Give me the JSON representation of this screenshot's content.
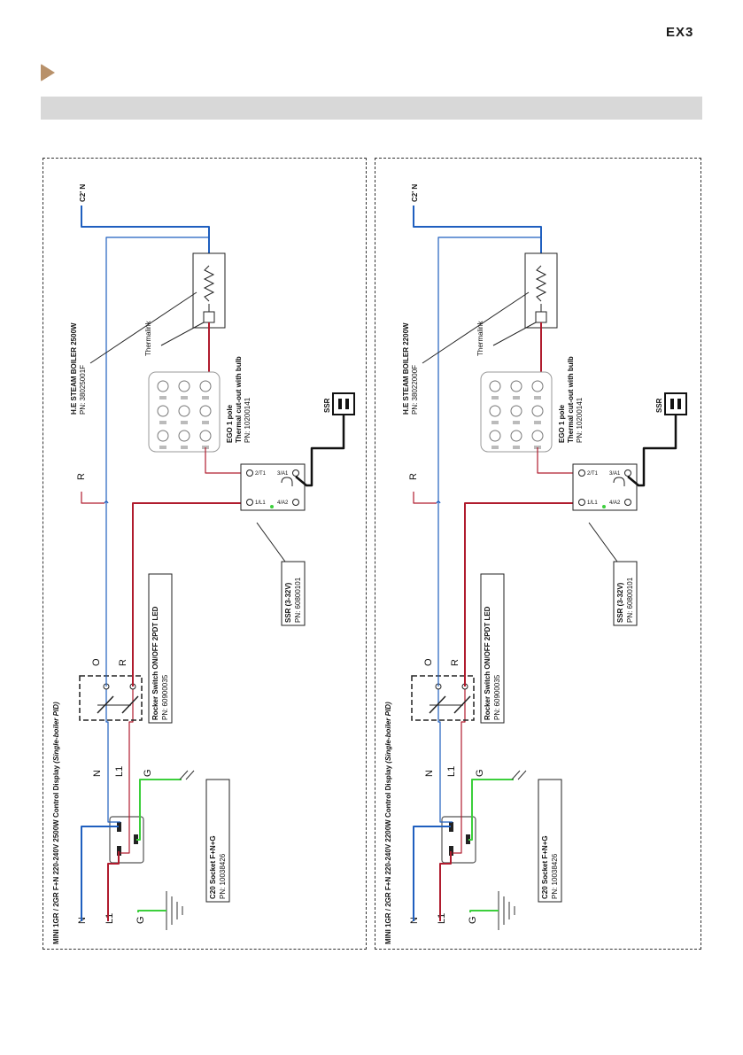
{
  "header": {
    "logo": "EX3"
  },
  "diagrams": [
    {
      "title": "MINI 1GR / 2GR F+N 220-240V 2500W Control Display",
      "title_suffix": "(Single-boiler PID)",
      "boiler_name": "H.E STEAM BOILER 2500W",
      "boiler_pn": "PN: 38025001F",
      "thermalink": "Thermalink",
      "ego_line1": "EGO 1 pole",
      "ego_line2": "Thermal cut-out with bulb",
      "ego_pn": "PN: 10200141",
      "ssr_connector": "SSR",
      "ssr_name": "SSR (3-32V)",
      "ssr_pn": "PN: 60800101",
      "rocker_name": "Rocker Switch ON/OFF 2PDT  LED",
      "rocker_pn": "PN: 60900035",
      "socket_name": "C20 Socket F+N+G",
      "socket_pn": "PN: 10038426",
      "wire_c2n": "C2' N",
      "wire_r": "R",
      "wire_o": "O",
      "wire_r2": "R",
      "wire_n": "N",
      "wire_l1": "L1",
      "wire_g": "G",
      "in_n": "N",
      "in_l1": "L1",
      "in_g": "G",
      "t_2t1": "2/T1",
      "t_3a1": "3/A1",
      "t_1l1": "1/L1",
      "t_4a2": "4/A2",
      "colors": {
        "blue": "#1f5fbf",
        "red": "#b01c2e",
        "green": "#3ccf3c",
        "black": "#111111"
      }
    },
    {
      "title": "MINI 1GR / 2GR F+N 220-240V 2200W Control Display",
      "title_suffix": "(Single-boiler PID)",
      "boiler_name": "H.E STEAM BOILER 2200W",
      "boiler_pn": "PN: 38022000F",
      "thermalink": "Thermalink",
      "ego_line1": "EGO 1 pole",
      "ego_line2": "Thermal cut-out with bulb",
      "ego_pn": "PN: 10200141",
      "ssr_connector": "SSR",
      "ssr_name": "SSR (3-32V)",
      "ssr_pn": "PN: 60800101",
      "rocker_name": "Rocker Switch ON/OFF 2PDT  LED",
      "rocker_pn": "PN: 60900035",
      "socket_name": "C20 Socket F+N+G",
      "socket_pn": "PN: 10038426",
      "wire_c2n": "C2' N",
      "wire_r": "R",
      "wire_o": "O",
      "wire_r2": "R",
      "wire_n": "N",
      "wire_l1": "L1",
      "wire_g": "G",
      "in_n": "N",
      "in_l1": "L1",
      "in_g": "G",
      "t_2t1": "2/T1",
      "t_3a1": "3/A1",
      "t_1l1": "1/L1",
      "t_4a2": "4/A2",
      "colors": {
        "blue": "#1f5fbf",
        "red": "#b01c2e",
        "green": "#3ccf3c",
        "black": "#111111"
      }
    }
  ]
}
